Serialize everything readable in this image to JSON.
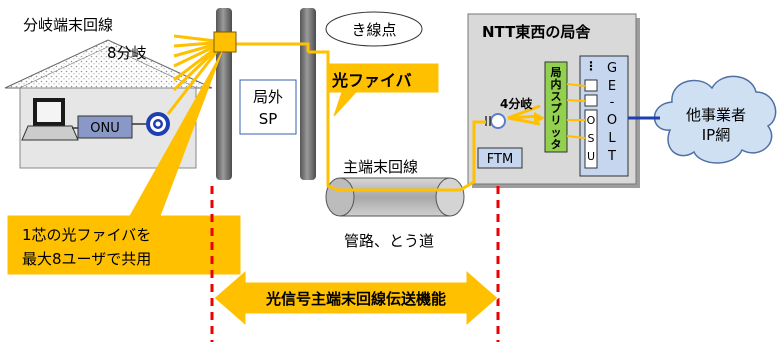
{
  "labels": {
    "branch_line": "分岐端末回線",
    "branch_8": "8分岐",
    "drop_point": "き線点",
    "outdoor_sp_line1": "局外",
    "outdoor_sp_line2": "SP",
    "optical_fiber": "光ファイバ",
    "onu": "ONU",
    "ntt_building": "NTT東西の局舎",
    "branch_4": "4分岐",
    "indoor_splitter_chars": [
      "局",
      "内",
      "ス",
      "プ",
      "リ",
      "ッ",
      "タ"
    ],
    "gepon_olt_chars": [
      "G",
      "E",
      "-",
      "O",
      "L",
      "T"
    ],
    "osu_chars": [
      "O",
      "S",
      "U"
    ],
    "ftm": "FTM",
    "other_carrier_line1": "他事業者",
    "other_carrier_line2": "IP網",
    "main_terminal_line": "主端末回線",
    "conduit": "管路、とう道",
    "shared_fiber_line1": "1芯の光ファイバを",
    "shared_fiber_line2": "最大8ユーザで共用",
    "transmission_function": "光信号主端末回線伝送機能"
  },
  "colors": {
    "fiber": "#ffc000",
    "callout_fill": "#ffc000",
    "boundary_dash": "#ee0000",
    "building_fill": "#d9d9d9",
    "splitter_green": "#92d050",
    "house_fill": "#e6e6e6",
    "olt_fill": "#c5d6ee",
    "onu_fill": "#8a98c8",
    "cloud_fill": "#cfe0f3",
    "pole_fill": "#6d6d6d"
  }
}
